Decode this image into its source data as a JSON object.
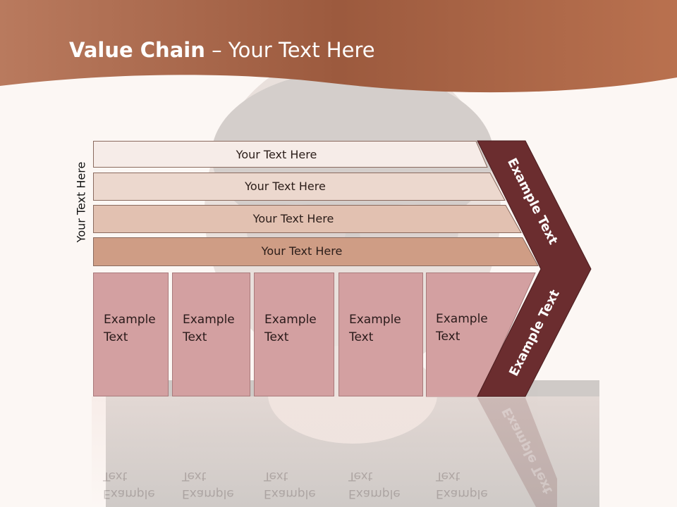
{
  "slide": {
    "title_bold": "Value Chain",
    "title_rest": " – Your Text Here"
  },
  "side_label": "Your Text Here",
  "bars": [
    {
      "label": "Your Text Here",
      "color": "#f6ece8"
    },
    {
      "label": "Your Text Here",
      "color": "#ecd8ce"
    },
    {
      "label": "Your Text Here",
      "color": "#e2c1b1"
    },
    {
      "label": "Your Text Here",
      "color": "#cf9d85"
    }
  ],
  "boxes": [
    {
      "line1": "Example",
      "line2": "Text"
    },
    {
      "line1": "Example",
      "line2": "Text"
    },
    {
      "line1": "Example",
      "line2": "Text"
    },
    {
      "line1": "Example",
      "line2": "Text"
    },
    {
      "line1": "Example",
      "line2": "Text"
    }
  ],
  "chevron": {
    "top_label": "Example Text",
    "bottom_label": "Example Text",
    "color": "#6b2d2f"
  },
  "colors": {
    "header": "#a9654a",
    "box_fill": "#d3a0a1"
  }
}
